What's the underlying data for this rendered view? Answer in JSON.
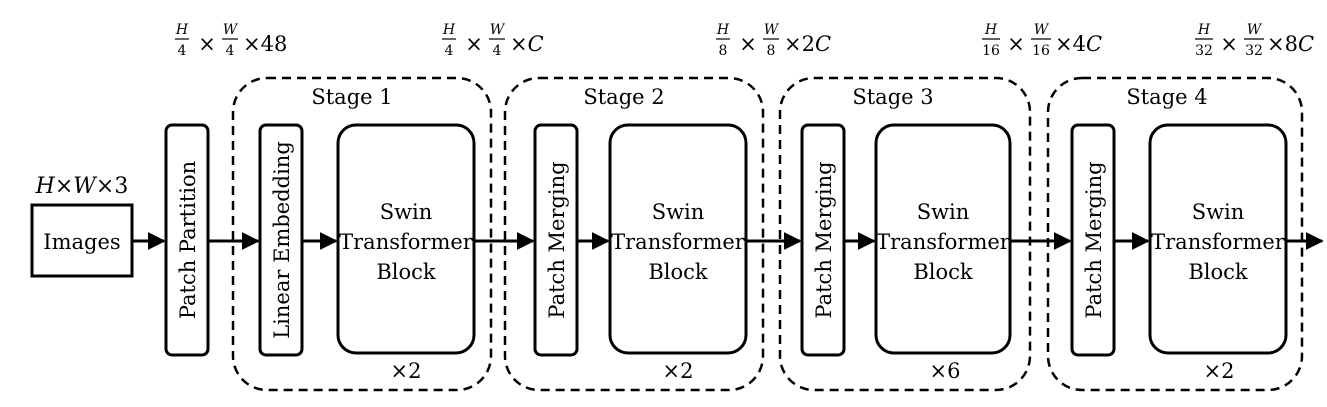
{
  "input": {
    "label": "Images",
    "shape_h": "H",
    "shape_times1": "×",
    "shape_w": "W",
    "shape_times2": "×3"
  },
  "patch_partition": {
    "label": "Patch Partition"
  },
  "times": "×",
  "shape_labels": [
    {
      "num1": "H",
      "den1": "4",
      "num2": "W",
      "den2": "4",
      "suffix": "48",
      "suffix_italic": ""
    },
    {
      "num1": "H",
      "den1": "4",
      "num2": "W",
      "den2": "4",
      "suffix": "",
      "suffix_italic": "C"
    },
    {
      "num1": "H",
      "den1": "8",
      "num2": "W",
      "den2": "8",
      "suffix": "2",
      "suffix_italic": "C"
    },
    {
      "num1": "H",
      "den1": "16",
      "num2": "W",
      "den2": "16",
      "suffix": "4",
      "suffix_italic": "C"
    },
    {
      "num1": "H",
      "den1": "32",
      "num2": "W",
      "den2": "32",
      "suffix": "8",
      "suffix_italic": "C"
    }
  ],
  "stages": [
    {
      "title": "Stage 1",
      "first_block": "Linear Embedding",
      "block_line1": "Swin",
      "block_line2": "Transformer",
      "block_line3": "Block",
      "repeat": "×2"
    },
    {
      "title": "Stage 2",
      "first_block": "Patch Merging",
      "block_line1": "Swin",
      "block_line2": "Transformer",
      "block_line3": "Block",
      "repeat": "×2"
    },
    {
      "title": "Stage 3",
      "first_block": "Patch Merging",
      "block_line1": "Swin",
      "block_line2": "Transformer",
      "block_line3": "Block",
      "repeat": "×6"
    },
    {
      "title": "Stage 4",
      "first_block": "Patch Merging",
      "block_line1": "Swin",
      "block_line2": "Transformer",
      "block_line3": "Block",
      "repeat": "×2"
    }
  ]
}
